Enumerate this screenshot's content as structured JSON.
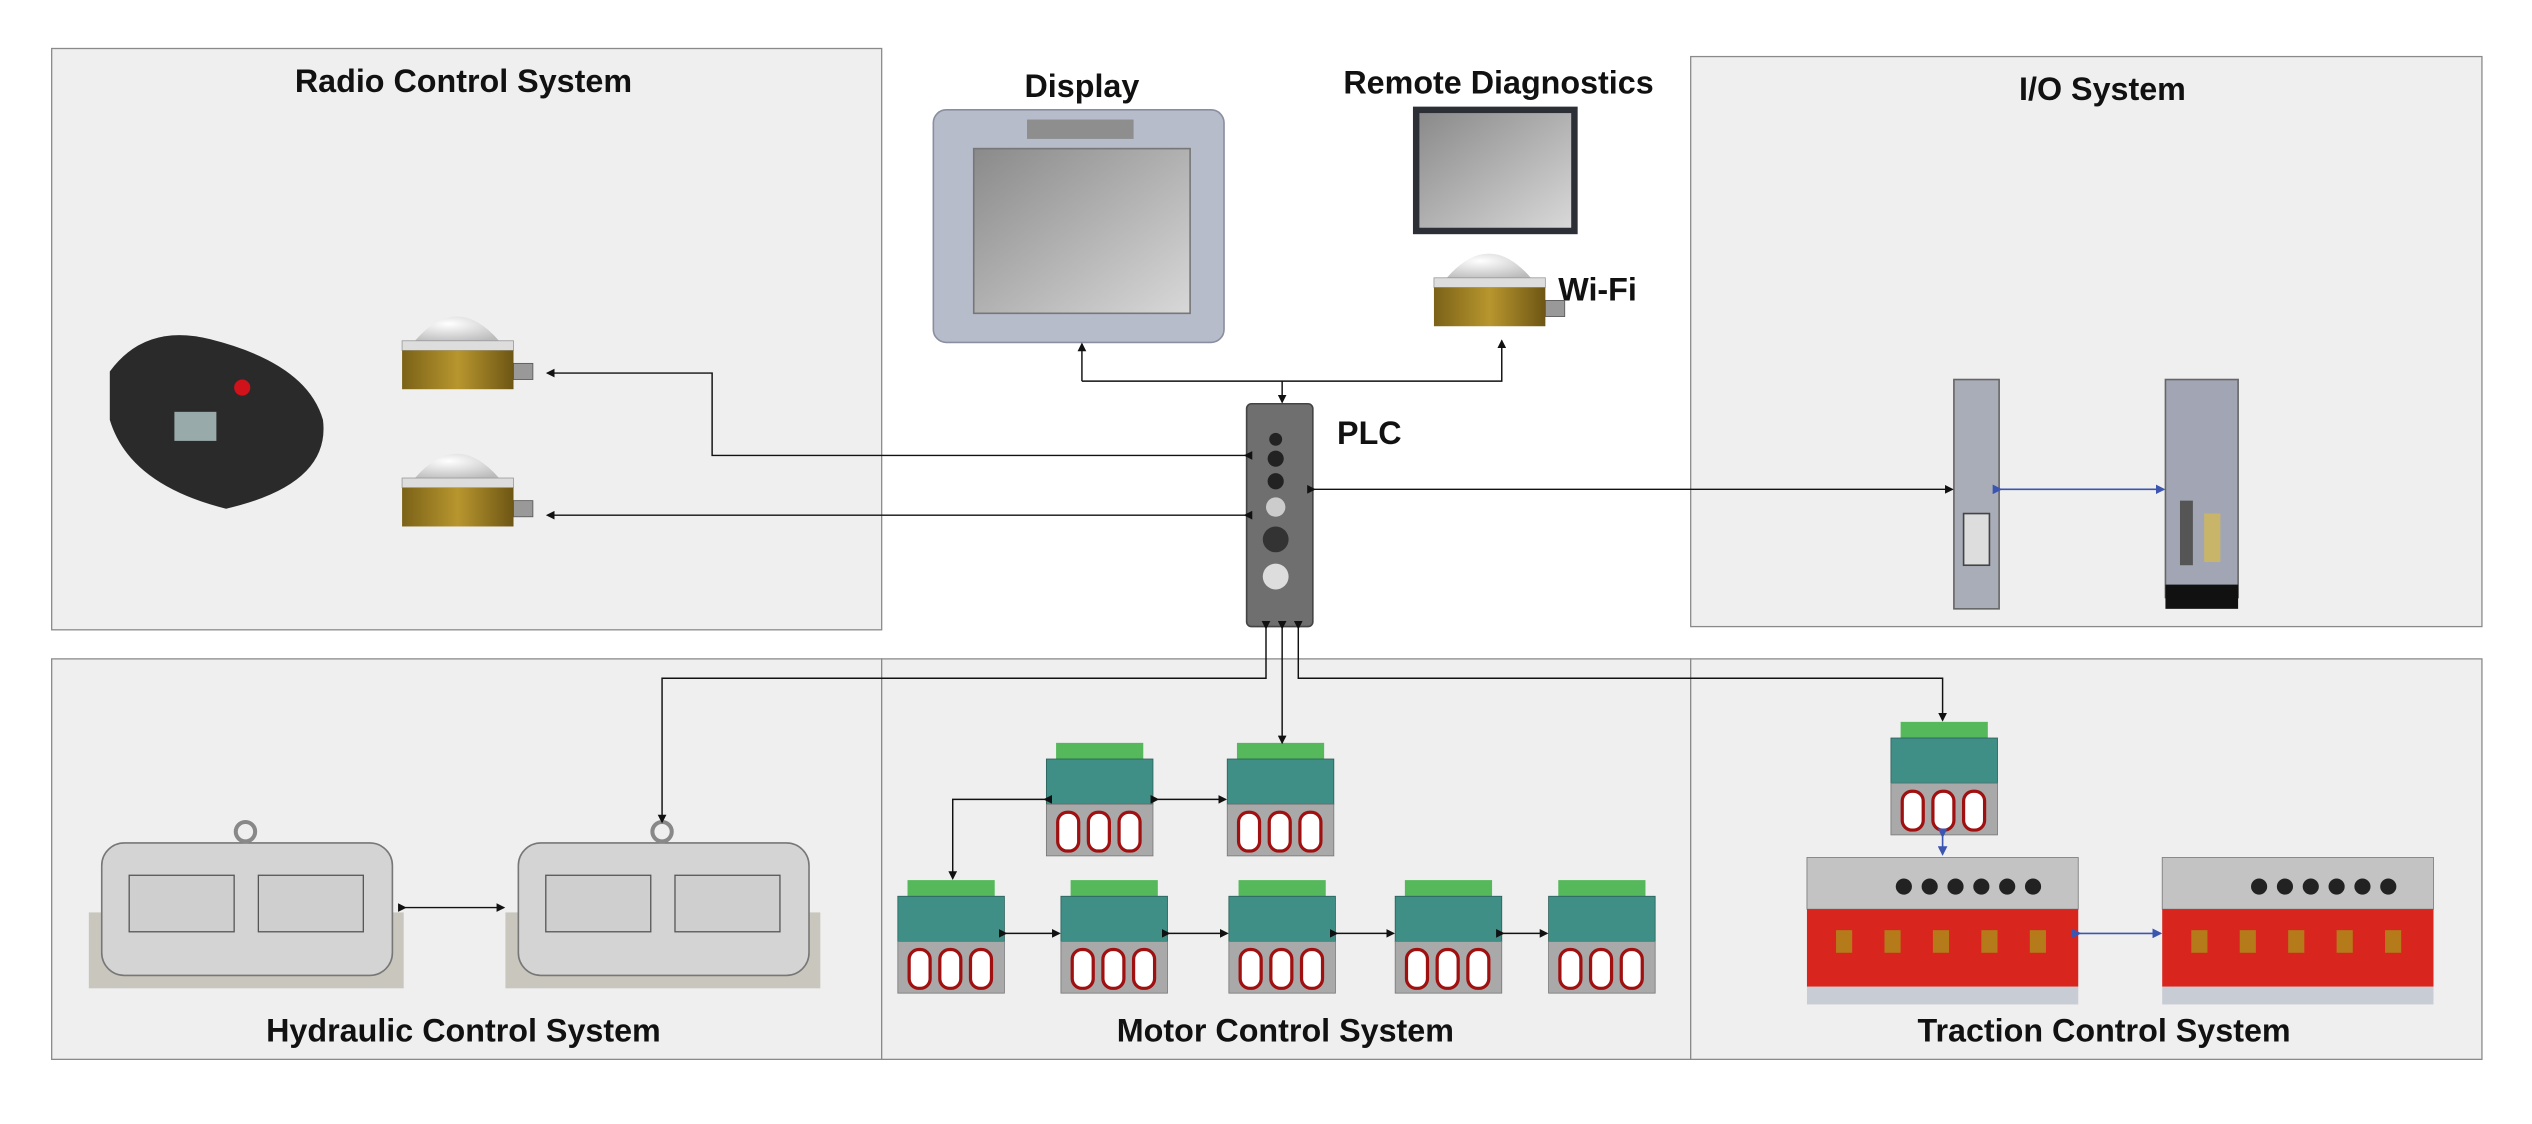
{
  "groups": {
    "radio": "Radio Control System",
    "display": "Display",
    "remote": "Remote Diagnostics",
    "wifi": "Wi-Fi",
    "io": "I/O System",
    "plc": "PLC",
    "hydraulic": "Hydraulic Control System",
    "motor": "Motor Control System",
    "traction": "Traction Control System"
  },
  "colors": {
    "panel": "#efefef",
    "link_black": "#111111",
    "link_blue": "#3b55b0",
    "traction_red": "#d8261e",
    "module_teal": "#3f8f86",
    "antenna_gold": "#9a7d24"
  }
}
